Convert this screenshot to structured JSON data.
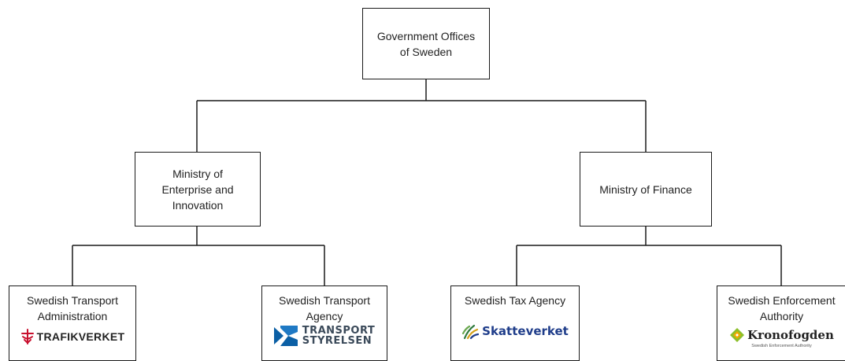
{
  "root": {
    "label": "Government Offices\nof Sweden"
  },
  "ministries": [
    {
      "label": "Ministry of\nEnterprise and\nInnovation",
      "agencies": [
        {
          "label": "Swedish Transport\nAdministration",
          "logo": {
            "name": "trafikverket-logo",
            "text": "TRAFIKVERKET",
            "color": "#c8102e"
          }
        },
        {
          "label": "Swedish Transport\nAgency",
          "logo": {
            "name": "transportstyrelsen-logo",
            "line1": "TRANSPORT",
            "line2": "STYRELSEN",
            "color": "#0b5fa5"
          }
        }
      ]
    },
    {
      "label": "Ministry of Finance",
      "agencies": [
        {
          "label": "Swedish Tax Agency",
          "logo": {
            "name": "skatteverket-logo",
            "text": "Skatteverket",
            "color": "#1f3d8a"
          }
        },
        {
          "label": "Swedish Enforcement\nAuthority",
          "logo": {
            "name": "kronofogden-logo",
            "text": "Kronofogden",
            "subtext": "Swedish Enforcement Authority",
            "color": "#8cbf2a"
          }
        }
      ]
    }
  ]
}
